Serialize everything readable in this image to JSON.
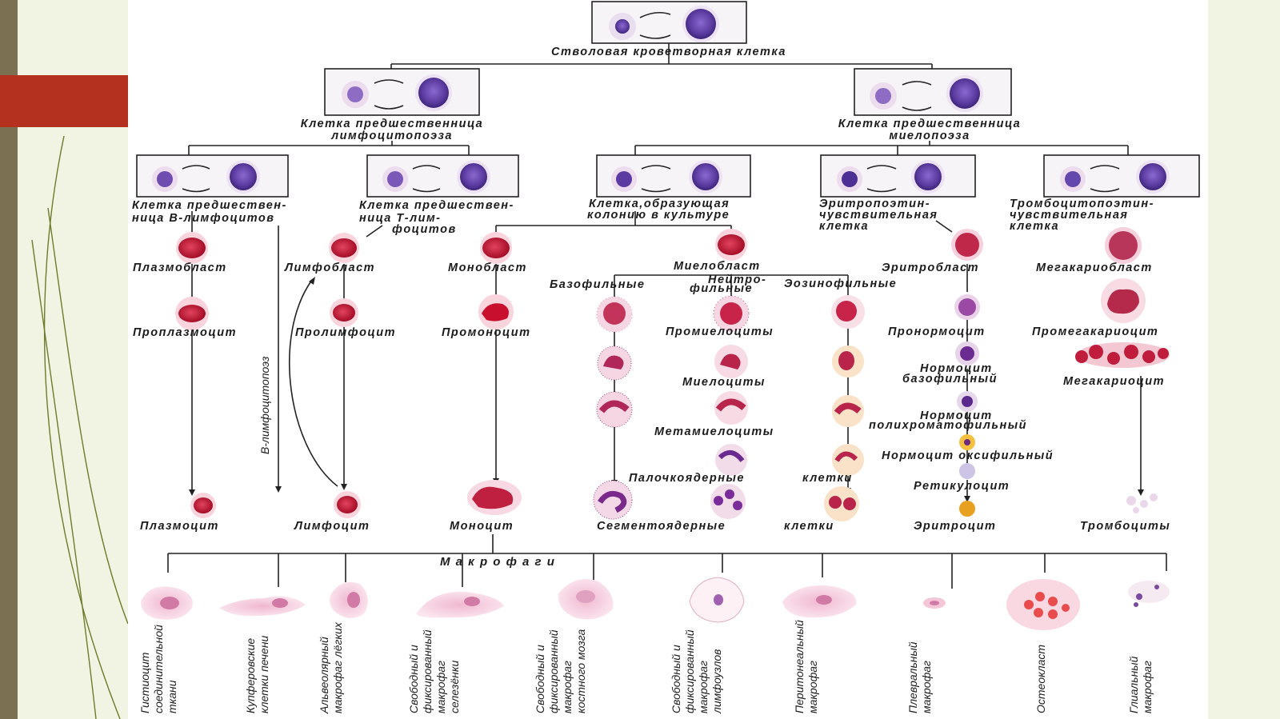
{
  "slide": {
    "background": "#f1f4e2",
    "left_bar_color": "#7b7052",
    "accent_color": "#b5311f",
    "line_color": "#6f7a2c"
  },
  "labels": {
    "stem_cell": "Стволовая кроветворная клетка",
    "lymph_progenitor_1": "Клетка предшественница",
    "lymph_progenitor_2": "лимфоцитопоэза",
    "myelo_progenitor_1": "Клетка предшественница",
    "myelo_progenitor_2": "миелопоэза",
    "b_prog_1": "Клетка предшествен-",
    "b_prog_2": "ница В-лимфоцитов",
    "t_prog_1": "Клетка предшествен-",
    "t_prog_2": "ница Т-лим-",
    "t_prog_3": "фоцитов",
    "cfu_1": "Клетка,образующая",
    "cfu_2": "колонию в культуре",
    "epo_1": "Эритропоэтин-",
    "epo_2": "чувствительная",
    "epo_3": "клетка",
    "tpo_1": "Тромбоцитопоэтин-",
    "tpo_2": "чувствительная",
    "tpo_3": "клетка",
    "plasmoblast": "Плазмобласт",
    "lymphoblast": "Лимфобласт",
    "monoblast": "Монобласт",
    "myeloblast": "Миелобласт",
    "erythroblast": "Эритробласт",
    "megakaryoblast": "Мегакариобласт",
    "basophilic": "Базофильные",
    "neutro_1": "Нейтро-",
    "neutro_2": "фильные",
    "eosinophilic": "Эозинофильные",
    "proplasmocyte": "Проплазмоцит",
    "prolymphocyte": "Пролимфоцит",
    "promonocyte": "Промоноцит",
    "promyelocytes": "Промиелоциты",
    "pronormocyte": "Пронормоцит",
    "promegakaryocyte": "Промегакариоцит",
    "b_lymphopoiesis": "В-лимфоцитопоэз",
    "myelocytes": "Миелоциты",
    "normo_baso_1": "Нормоцит",
    "normo_baso_2": "базофильный",
    "megakaryocyte": "Мегакариоцит",
    "metamyelocytes": "Метамиелоциты",
    "normo_poly_1": "Нормоцит",
    "normo_poly_2": "полихроматофильный",
    "normo_oxy": "Нормоцит  оксифильный",
    "band_1": "Палочкоядерные",
    "band_2": "клетки",
    "reticulocyte": "Ретикулоцит",
    "plasmocyte": "Плазмоцит",
    "lymphocyte": "Лимфоцит",
    "monocyte": "Моноцит",
    "segmented_1": "Сегментоядерные",
    "segmented_2": "клетки",
    "erythrocyte": "Эритроцит",
    "thrombocytes": "Тромбоциты",
    "macrophages": "М  а  к  р  о  ф  а  г  и"
  },
  "macrophage_types": [
    [
      "Гистиоцит",
      "соединительной",
      "ткани"
    ],
    [
      "Купферовские",
      "клетки печени"
    ],
    [
      "Альвеолярный",
      "макрофаг лёгких"
    ],
    [
      "Свободный и",
      "фиксированный",
      "макрофаг",
      "селезёнки"
    ],
    [
      "Свободный и",
      "фиксированный",
      "макрофаг",
      "костного мозга"
    ],
    [
      "Свободный и",
      "фиксированный",
      "макрофаг",
      "лимфоузлов"
    ],
    [
      "Перитонеальный",
      "макрофаг"
    ],
    [
      "Плевральный",
      "макрофаг"
    ],
    [
      "Остеокласт"
    ],
    [
      "Глиальный",
      "макрофаг"
    ]
  ],
  "cell_colors": {
    "nucleus_purple": "#4a2a8c",
    "blast_red": "#c8102e",
    "cytoplasm_pink": "#f3c9d8",
    "erythrocyte_orange": "#e8a020"
  }
}
